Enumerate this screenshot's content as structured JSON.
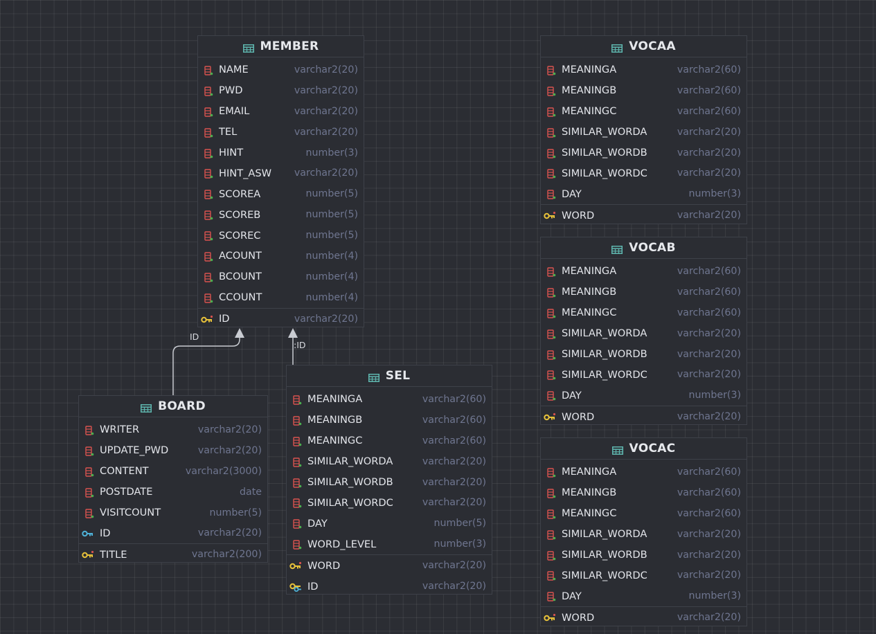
{
  "diagram": {
    "tables": {
      "member": {
        "title": "MEMBER",
        "columns": [
          {
            "name": "NAME",
            "type": "varchar2(20)"
          },
          {
            "name": "PWD",
            "type": "varchar2(20)"
          },
          {
            "name": "EMAIL",
            "type": "varchar2(20)"
          },
          {
            "name": "TEL",
            "type": "varchar2(20)"
          },
          {
            "name": "HINT",
            "type": "number(3)"
          },
          {
            "name": "HINT_ASW",
            "type": "varchar2(20)"
          },
          {
            "name": "SCOREA",
            "type": "number(5)"
          },
          {
            "name": "SCOREB",
            "type": "number(5)"
          },
          {
            "name": "SCOREC",
            "type": "number(5)"
          },
          {
            "name": "ACOUNT",
            "type": "number(4)"
          },
          {
            "name": "BCOUNT",
            "type": "number(4)"
          },
          {
            "name": "CCOUNT",
            "type": "number(4)"
          }
        ],
        "keys": [
          {
            "name": "ID",
            "type": "varchar2(20)",
            "icon": "primary-key-icon"
          }
        ]
      },
      "vocaa": {
        "title": "VOCAA",
        "columns": [
          {
            "name": "MEANINGA",
            "type": "varchar2(60)"
          },
          {
            "name": "MEANINGB",
            "type": "varchar2(60)"
          },
          {
            "name": "MEANINGC",
            "type": "varchar2(60)"
          },
          {
            "name": "SIMILAR_WORDA",
            "type": "varchar2(20)"
          },
          {
            "name": "SIMILAR_WORDB",
            "type": "varchar2(20)"
          },
          {
            "name": "SIMILAR_WORDC",
            "type": "varchar2(20)"
          },
          {
            "name": "DAY",
            "type": "number(3)"
          }
        ],
        "keys": [
          {
            "name": "WORD",
            "type": "varchar2(20)",
            "icon": "primary-key-icon"
          }
        ]
      },
      "vocab": {
        "title": "VOCAB",
        "columns": [
          {
            "name": "MEANINGA",
            "type": "varchar2(60)"
          },
          {
            "name": "MEANINGB",
            "type": "varchar2(60)"
          },
          {
            "name": "MEANINGC",
            "type": "varchar2(60)"
          },
          {
            "name": "SIMILAR_WORDA",
            "type": "varchar2(20)"
          },
          {
            "name": "SIMILAR_WORDB",
            "type": "varchar2(20)"
          },
          {
            "name": "SIMILAR_WORDC",
            "type": "varchar2(20)"
          },
          {
            "name": "DAY",
            "type": "number(3)"
          }
        ],
        "keys": [
          {
            "name": "WORD",
            "type": "varchar2(20)",
            "icon": "primary-key-icon"
          }
        ]
      },
      "vocac": {
        "title": "VOCAC",
        "columns": [
          {
            "name": "MEANINGA",
            "type": "varchar2(60)"
          },
          {
            "name": "MEANINGB",
            "type": "varchar2(60)"
          },
          {
            "name": "MEANINGC",
            "type": "varchar2(60)"
          },
          {
            "name": "SIMILAR_WORDA",
            "type": "varchar2(20)"
          },
          {
            "name": "SIMILAR_WORDB",
            "type": "varchar2(20)"
          },
          {
            "name": "SIMILAR_WORDC",
            "type": "varchar2(20)"
          },
          {
            "name": "DAY",
            "type": "number(3)"
          }
        ],
        "keys": [
          {
            "name": "WORD",
            "type": "varchar2(20)",
            "icon": "primary-key-icon"
          }
        ]
      },
      "board": {
        "title": "BOARD",
        "columns": [
          {
            "name": "WRITER",
            "type": "varchar2(20)"
          },
          {
            "name": "UPDATE_PWD",
            "type": "varchar2(20)"
          },
          {
            "name": "CONTENT",
            "type": "varchar2(3000)"
          },
          {
            "name": "POSTDATE",
            "type": "date"
          },
          {
            "name": "VISITCOUNT",
            "type": "number(5)"
          },
          {
            "name": "ID",
            "type": "varchar2(20)",
            "icon": "foreign-key-icon"
          }
        ],
        "keys": [
          {
            "name": "TITLE",
            "type": "varchar2(200)",
            "icon": "primary-key-icon"
          }
        ]
      },
      "sel": {
        "title": "SEL",
        "columns": [
          {
            "name": "MEANINGA",
            "type": "varchar2(60)"
          },
          {
            "name": "MEANINGB",
            "type": "varchar2(60)"
          },
          {
            "name": "MEANINGC",
            "type": "varchar2(60)"
          },
          {
            "name": "SIMILAR_WORDA",
            "type": "varchar2(20)"
          },
          {
            "name": "SIMILAR_WORDB",
            "type": "varchar2(20)"
          },
          {
            "name": "SIMILAR_WORDC",
            "type": "varchar2(20)"
          },
          {
            "name": "DAY",
            "type": "number(5)"
          },
          {
            "name": "WORD_LEVEL",
            "type": "number(3)"
          }
        ],
        "keys": [
          {
            "name": "WORD",
            "type": "varchar2(20)",
            "icon": "primary-key-icon"
          },
          {
            "name": "ID",
            "type": "varchar2(20)",
            "icon": "primary-foreign-key-icon"
          }
        ]
      }
    },
    "relations": [
      {
        "from": "BOARD",
        "to": "MEMBER",
        "label": "ID"
      },
      {
        "from": "SEL",
        "to": "MEMBER",
        "label": ":ID"
      }
    ],
    "colors": {
      "background": "#2b2d33",
      "column_icon": "#d9534f",
      "table_icon": "#5fb8b0",
      "primary_key": "#e8c23a",
      "foreign_key": "#4fb3d9",
      "type_text": "#6f7690"
    }
  }
}
